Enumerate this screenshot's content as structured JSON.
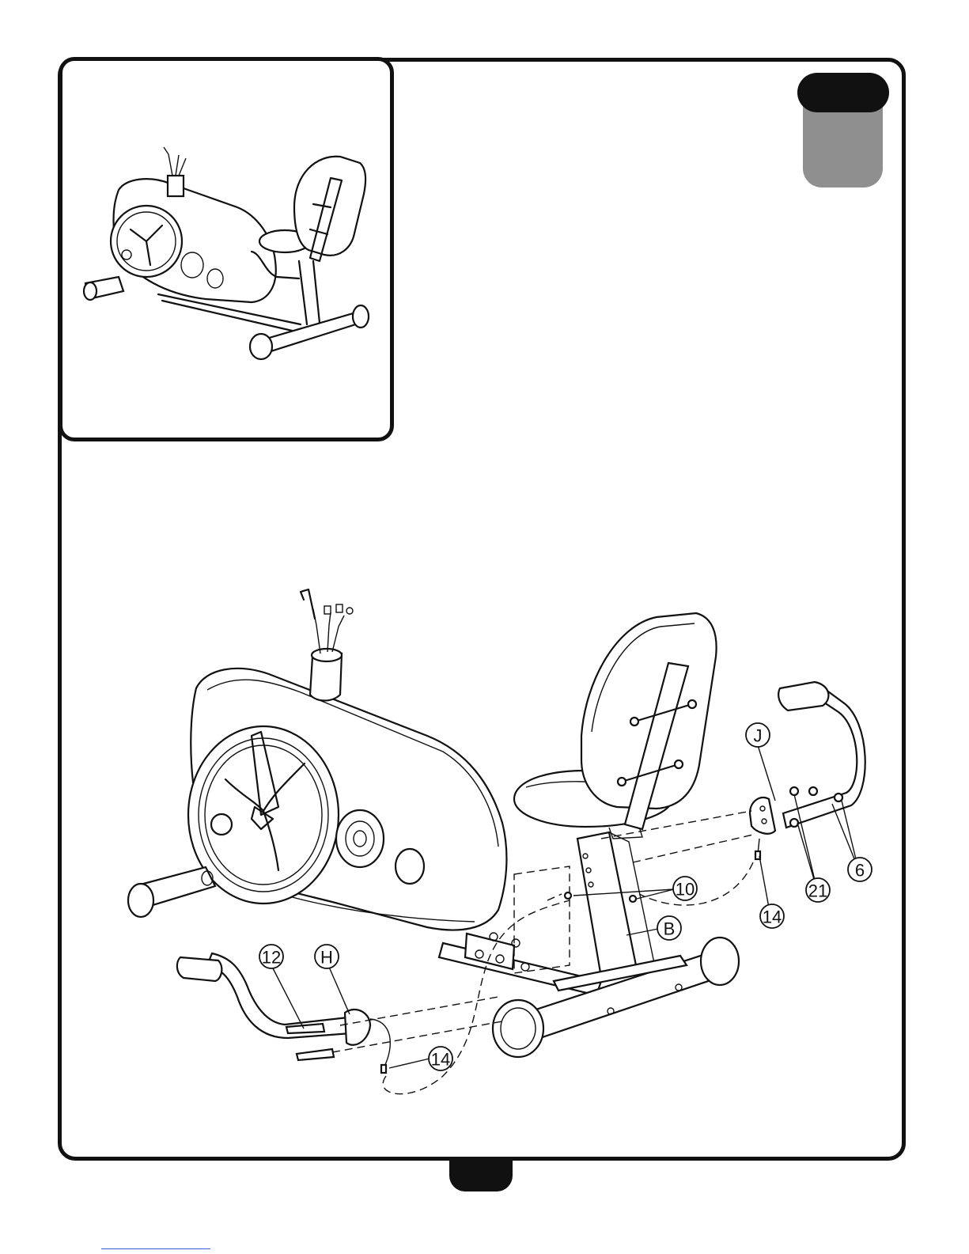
{
  "callouts": [
    {
      "id": "J",
      "label": "J"
    },
    {
      "id": "10",
      "label": "10"
    },
    {
      "id": "6",
      "label": "6"
    },
    {
      "id": "21",
      "label": "21"
    },
    {
      "id": "14a",
      "label": "14"
    },
    {
      "id": "B",
      "label": "B"
    },
    {
      "id": "12",
      "label": "12"
    },
    {
      "id": "H",
      "label": "H"
    },
    {
      "id": "14b",
      "label": "14"
    }
  ],
  "colors": {
    "line": "#111111",
    "tab_gray": "#8f8f8f",
    "footer_link": "#3b5bdb"
  }
}
